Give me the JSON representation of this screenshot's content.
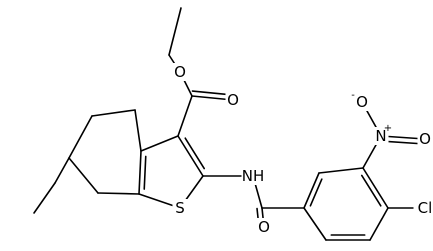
{
  "molecule": {
    "atom_labels": {
      "ester_o1": "O",
      "ester_o2": "O",
      "sulfur": "S",
      "amide_nh": "NH",
      "amide_o": "O",
      "nitro_n": "N",
      "nitro_o1": "O",
      "nitro_o2": "O",
      "chlorine": "Cl"
    },
    "charges": {
      "nitro_n": "+",
      "nitro_o1": "-"
    },
    "colors": {
      "bond": "#000000",
      "label": "#000000",
      "background": "#ffffff"
    }
  }
}
